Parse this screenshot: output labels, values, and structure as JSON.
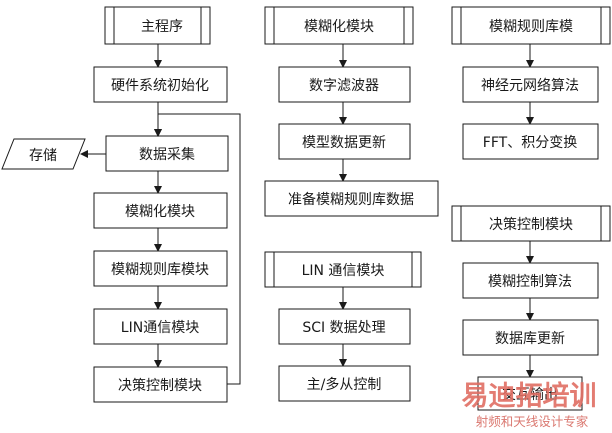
{
  "columns": {
    "main": {
      "header": "主程序",
      "steps": [
        "硬件系统初始化",
        "数据采集",
        "模糊化模块",
        "模糊规则库模块",
        "LIN通信模块",
        "决策控制模块"
      ],
      "storage": "存储"
    },
    "fuzzification": {
      "header": "模糊化模块",
      "steps": [
        "数字滤波器",
        "模型数据更新",
        "准备模糊规则库数据"
      ]
    },
    "lin": {
      "header": "LIN 通信模块",
      "steps": [
        "SCI 数据处理",
        "主/多从控制"
      ]
    },
    "rulebase": {
      "header": "模糊规则库模",
      "steps": [
        "神经元网络算法",
        "FFT、积分变换"
      ]
    },
    "decision": {
      "header": "决策控制模块",
      "steps": [
        "模糊控制算法",
        "数据库更新",
        "交互输出"
      ]
    }
  },
  "watermark": {
    "title": "易迪拓培训",
    "subtitle": "射频和天线设计专家"
  },
  "colors": {
    "line": "#1a1a1a",
    "watermark": "#e06e63"
  }
}
